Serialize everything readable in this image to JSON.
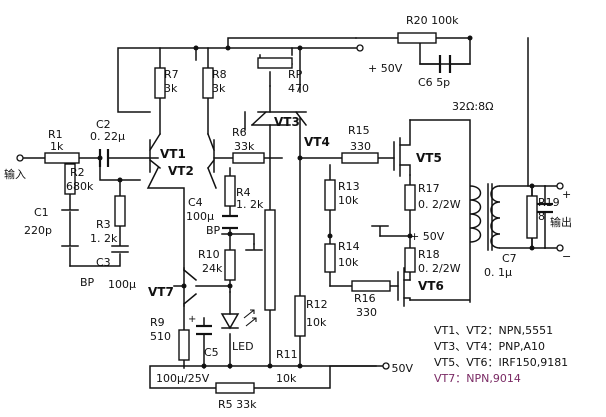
{
  "colors": {
    "ink": "#111111",
    "background": "#ffffff",
    "note_highlight": "#7a2a64"
  },
  "rails": {
    "pos": "+ 50V",
    "neg": "- 50V",
    "mid_pos": "+ 50V"
  },
  "io": {
    "input": "输入",
    "output": "输出",
    "speaker": "32Ω:8Ω",
    "out_plus": "+",
    "out_minus": "−"
  },
  "transistors": {
    "vt1": "VT1",
    "vt2": "VT2",
    "vt3": "VT3",
    "vt4": "VT4",
    "vt5": "VT5",
    "vt6": "VT6",
    "vt7": "VT7"
  },
  "parts": {
    "r1": {
      "name": "R1",
      "value": "1k"
    },
    "c2": {
      "name": "C2",
      "value": "0. 22μ"
    },
    "r2": {
      "name": "R2",
      "value": "680k"
    },
    "c1": {
      "name": "C1",
      "value": "220p"
    },
    "r3": {
      "name": "R3",
      "value": "1. 2k"
    },
    "c3": {
      "name": "C3",
      "value": "100μ"
    },
    "bp_left": "BP",
    "r7": {
      "name": "R7",
      "value": "3k"
    },
    "r8": {
      "name": "R8",
      "value": "3k"
    },
    "rp": {
      "name": "RP",
      "value": "470"
    },
    "r6": {
      "name": "R6",
      "value": "33k"
    },
    "r4": {
      "name": "R4",
      "value": "1. 2k"
    },
    "c4": {
      "name": "C4",
      "value": "100μ"
    },
    "bp_mid": "BP",
    "r10": {
      "name": "R10",
      "value": "24k"
    },
    "r9": {
      "name": "R9",
      "value": "510"
    },
    "c5": {
      "name": "C5",
      "value": "100μ/25V"
    },
    "led": "LED",
    "r11": {
      "name": "R11",
      "value": "10k"
    },
    "r12": {
      "name": "R12",
      "value": "10k"
    },
    "r5": {
      "name": "R5",
      "value": "33k"
    },
    "r13": {
      "name": "R13",
      "value": "10k"
    },
    "r14": {
      "name": "R14",
      "value": "10k"
    },
    "r15": {
      "name": "R15",
      "value": "330"
    },
    "r16": {
      "name": "R16",
      "value": "330"
    },
    "r17": {
      "name": "R17",
      "value": "0. 2/2W"
    },
    "r18": {
      "name": "R18",
      "value": "0. 2/2W"
    },
    "r19": {
      "name": "R19",
      "value": "8"
    },
    "c7": {
      "name": "C7",
      "value": "0. 1μ"
    },
    "r20": {
      "name": "R20",
      "value": "100k"
    },
    "c6": {
      "name": "C6",
      "value": "5p"
    }
  },
  "notes": [
    {
      "text": "VT1、VT2：NPN,5551",
      "highlight": false
    },
    {
      "text": "VT3、VT4：PNP,A10",
      "highlight": false
    },
    {
      "text": "VT5、VT6：IRF150,9181",
      "highlight": false
    },
    {
      "text": "VT7：NPN,9014",
      "highlight": true
    }
  ]
}
